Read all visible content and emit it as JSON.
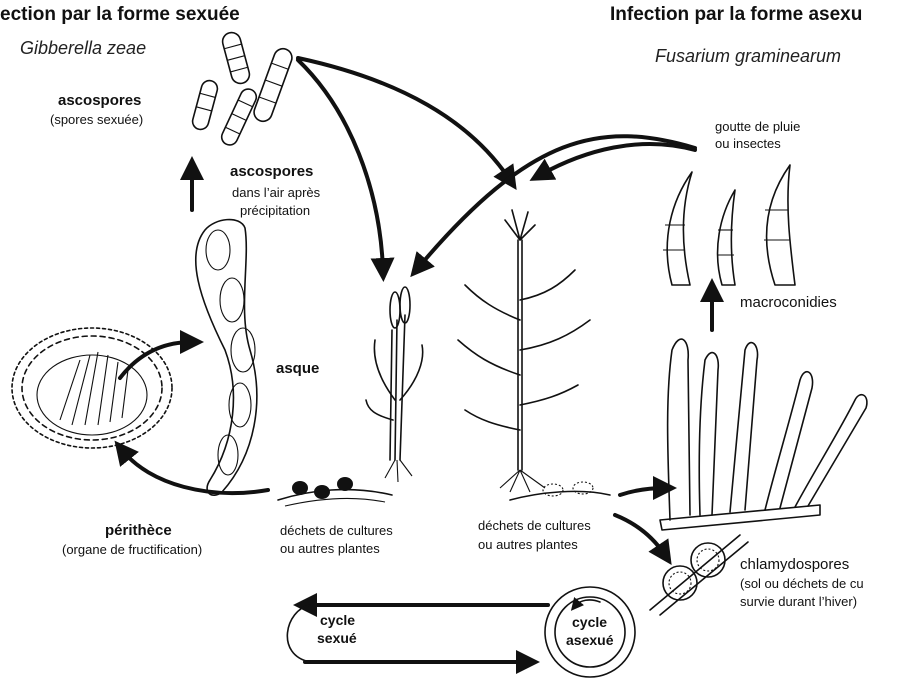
{
  "titles": {
    "sexual": "ection par la forme sexuée",
    "sexual_species": "Gibberella zeae",
    "asexual": "Infection par la forme asexu",
    "asexual_species": "Fusarium graminearum"
  },
  "labels": {
    "ascospores_top": "ascospores",
    "ascospores_top_sub": "(spores sexuée)",
    "ascospores_mid": "ascospores",
    "ascospores_mid_sub1": "dans l’air après",
    "ascospores_mid_sub2": "précipitation",
    "asque": "asque",
    "perithece": "périthèce",
    "perithece_sub": "(organe de fructification)",
    "debris_left_1": "déchets de cultures",
    "debris_left_2": "ou autres plantes",
    "debris_right_1": "déchets de cultures",
    "debris_right_2": "ou autres plantes",
    "rain_1": "goutte de pluie",
    "rain_2": "ou insectes",
    "macroconidia": "macroconidies",
    "chlamydospores": "chlamydospores",
    "chlamydo_sub1": "(sol ou déchets de cu",
    "chlamydo_sub2": "survie durant l’hiver)",
    "cycle_sexual_1": "cycle",
    "cycle_sexual_2": "sexué",
    "cycle_asexual_1": "cycle",
    "cycle_asexual_2": "asexué"
  }
}
